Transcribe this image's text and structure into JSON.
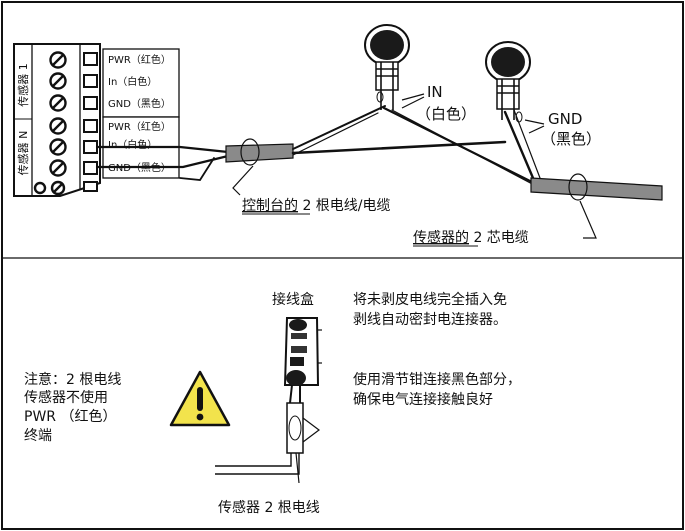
{
  "terminal_block": {
    "group1_label": "传感器 1",
    "group2_label": "传感器 N",
    "rows": [
      {
        "label": "PWR（红色）"
      },
      {
        "label": "In（白色）"
      },
      {
        "label": "GND（黑色）"
      },
      {
        "label": "PWR（红色）"
      },
      {
        "label": "In（白色）"
      },
      {
        "label": "GND（黑色）"
      }
    ]
  },
  "wires": {
    "in_label_line1": "IN",
    "in_label_line2": "（白色）",
    "gnd_label_line1": "GND",
    "gnd_label_line2": "（黑色）"
  },
  "cables": {
    "console_cable_prefix": "控制台的",
    "console_cable_suffix": " 2 根电线/电缆",
    "sensor_cable_prefix": "传感器的",
    "sensor_cable_suffix": " 2 芯电缆"
  },
  "connector_detail": {
    "title": "接线盒",
    "note1_line1": "将未剥皮电线完全插入免",
    "note1_line2": "剥线自动密封电连接器。",
    "note2_line1": "使用滑节钳连接黑色部分，",
    "note2_line2": "确保电气连接接触良好",
    "bottom_label": "传感器 2 根电线"
  },
  "warning": {
    "line1": "注意：2 根电线",
    "line2": "传感器不使用",
    "line3": "PWR （红色）",
    "line4": "终端"
  }
}
